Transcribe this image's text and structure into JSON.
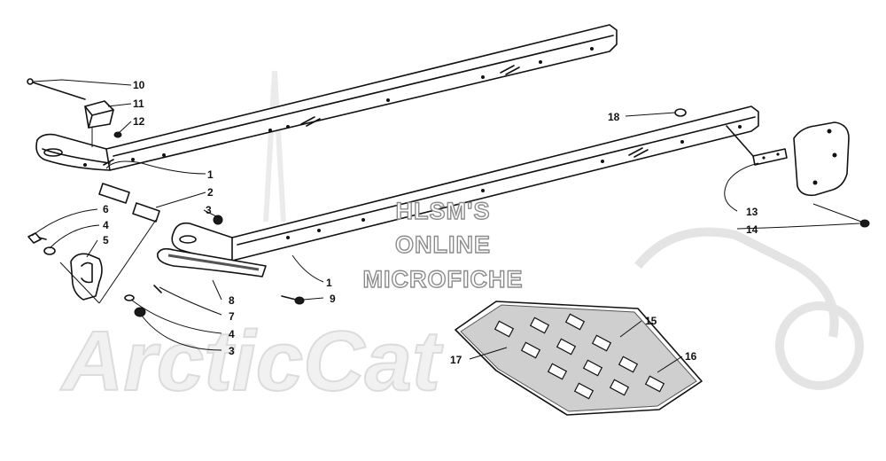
{
  "watermark": {
    "line1": "HLSM'S",
    "line2": "ONLINE",
    "line3": "MICROFICHE",
    "brand": "ArcticCat"
  },
  "callouts": {
    "c10": "10",
    "c11": "11",
    "c12": "12",
    "c1a": "1",
    "c2": "2",
    "c3a": "3",
    "c6": "6",
    "c4a": "4",
    "c5": "5",
    "c8": "8",
    "c7": "7",
    "c4b": "4",
    "c3b": "3",
    "c1b": "1",
    "c9": "9",
    "c18": "18",
    "c13": "13",
    "c14": "14",
    "c15": "15",
    "c17": "17",
    "c16": "16"
  }
}
